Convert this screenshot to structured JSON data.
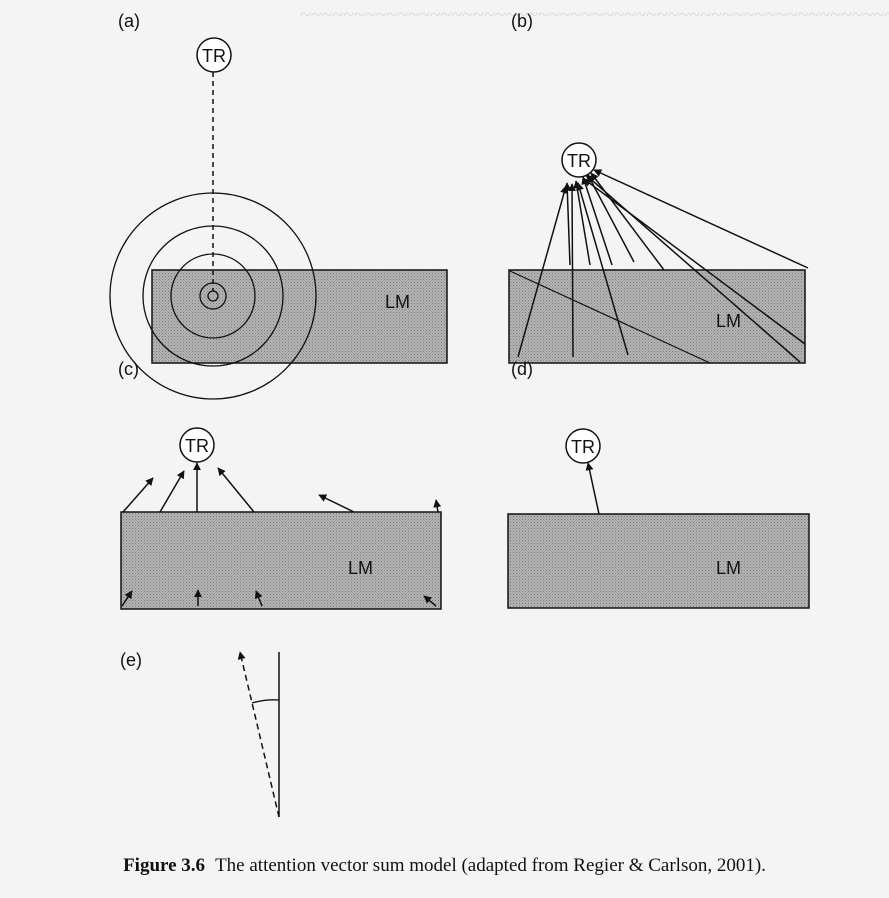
{
  "panels": {
    "a": {
      "label": "(a)",
      "tr": "TR",
      "lm": "LM"
    },
    "b": {
      "label": "(b)",
      "tr": "TR",
      "lm": "LM"
    },
    "c": {
      "label": "(c)",
      "tr": "TR",
      "lm": "LM"
    },
    "d": {
      "label": "(d)",
      "tr": "TR",
      "lm": "LM"
    },
    "e": {
      "label": "(e)"
    }
  },
  "caption": {
    "number": "Figure 3.6",
    "text": "The attention vector sum model (adapted from Regier & Carlson, 2001)."
  },
  "colors": {
    "landmark_fill": "#a9a9a9",
    "stroke": "#111111",
    "background": "#f4f4f4"
  }
}
